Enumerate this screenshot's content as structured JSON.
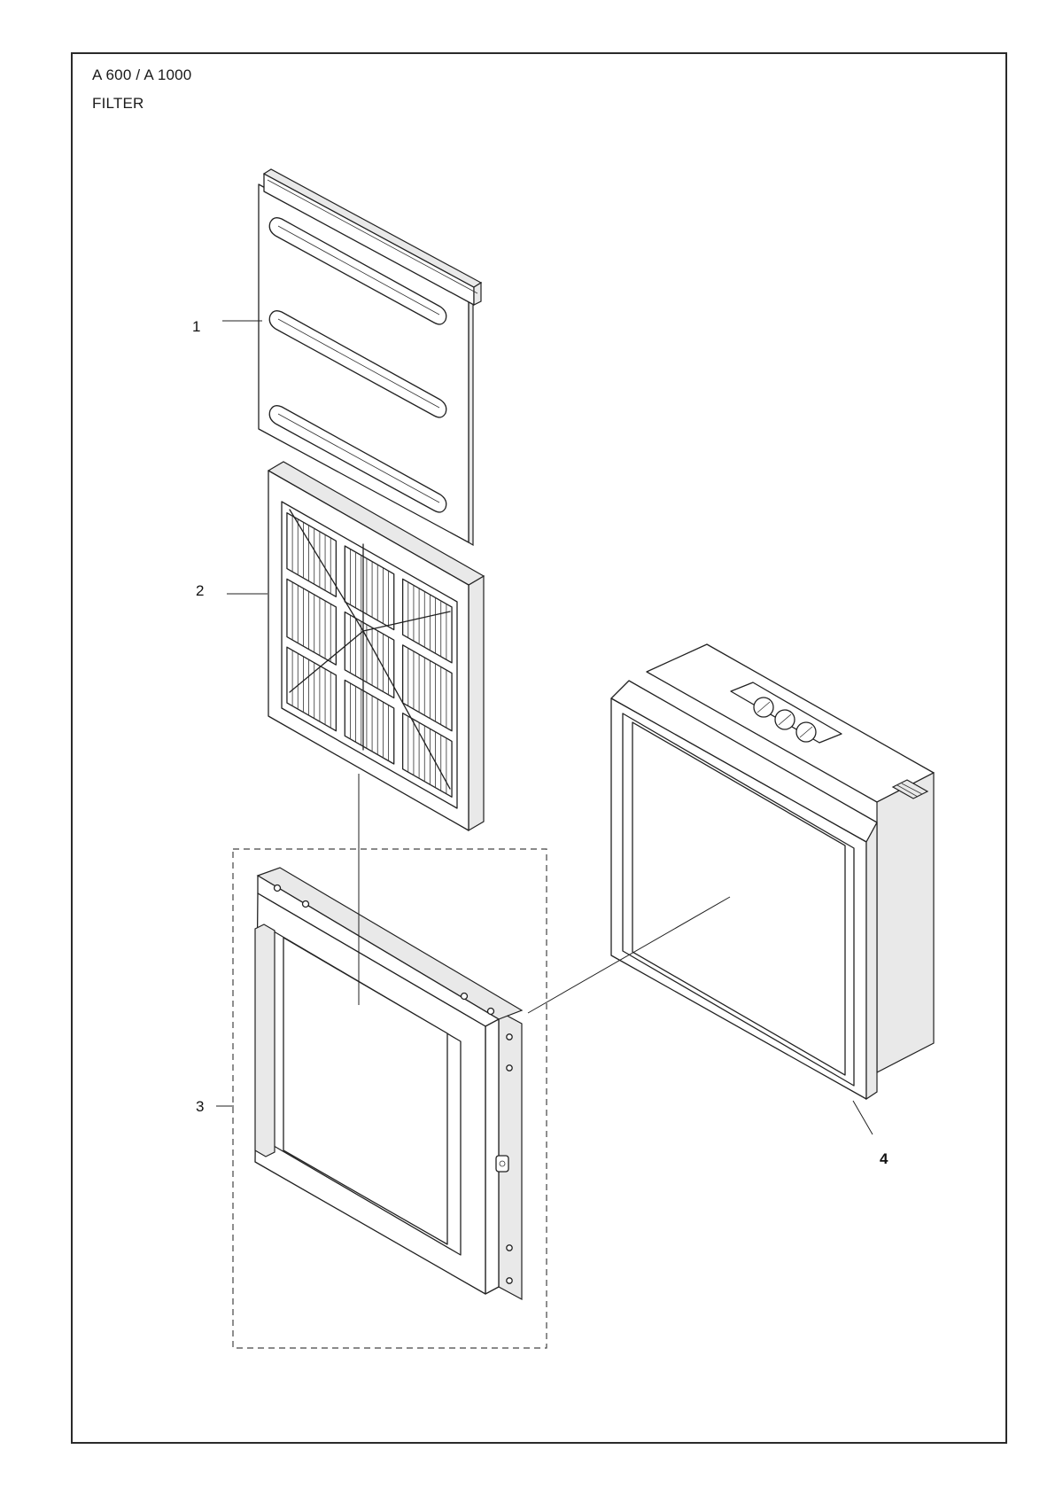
{
  "header": {
    "title": "A 600 / A 1000",
    "subtitle": "FILTER"
  },
  "callouts": {
    "part_1": "1",
    "part_2": "2",
    "part_3": "3",
    "part_4": "4"
  },
  "icons": {
    "part_1": "perforated-cover-plate",
    "part_2": "pleated-panel-filter",
    "part_3": "filter-frame-assembly",
    "part_4": "filter-housing-unit"
  },
  "colors": {
    "line": "#222222",
    "frame_border": "#2a2a2a"
  }
}
